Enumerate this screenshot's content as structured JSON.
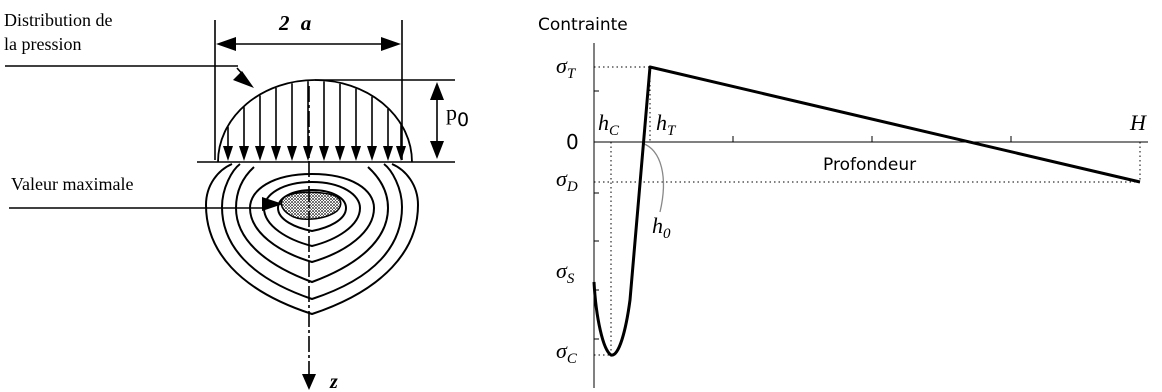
{
  "left_figure": {
    "label_distribution_line1": "Distribution de",
    "label_distribution_line2": "la pression",
    "label_width_num": "2",
    "label_width_var": "a",
    "label_pressure_main": "p",
    "label_pressure_sub": "0",
    "label_max_value": "Valeur maximale",
    "label_axis_z": "z"
  },
  "right_figure": {
    "ylabel": "Contrainte",
    "xlabel": "Profondeur",
    "zero_label": "0",
    "labels": {
      "sigma_T": {
        "sym": "σ",
        "sub": "T"
      },
      "sigma_D": {
        "sym": "σ",
        "sub": "D"
      },
      "sigma_S": {
        "sym": "σ",
        "sub": "S"
      },
      "sigma_C": {
        "sym": "σ",
        "sub": "C"
      },
      "h_C": {
        "sym": "h",
        "sub": "C"
      },
      "h_T": {
        "sym": "h",
        "sub": "T"
      },
      "h_0": {
        "sym": "h",
        "sub": "0"
      },
      "H": {
        "sym": "H",
        "sub": ""
      }
    }
  },
  "colors": {
    "ink": "#000000",
    "shade": "#555555",
    "guide": "#888888"
  }
}
